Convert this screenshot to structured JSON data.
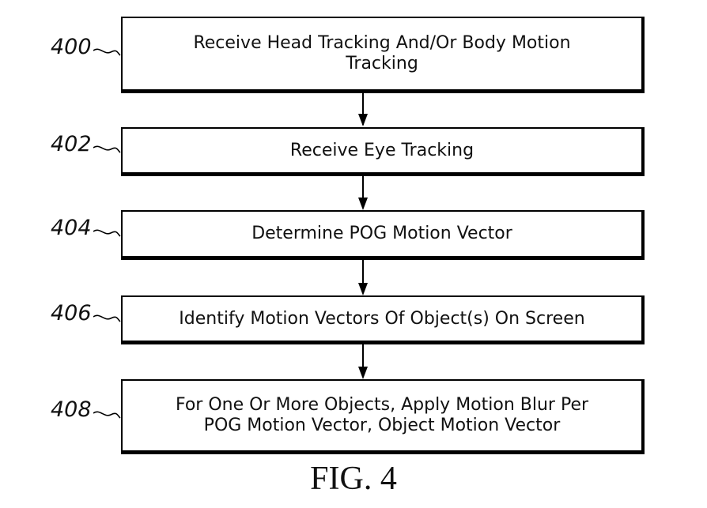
{
  "figure_label": "FIG. 4",
  "steps": [
    {
      "ref": "400",
      "text": "Receive Head Tracking And/Or Body Motion\nTracking"
    },
    {
      "ref": "402",
      "text": "Receive Eye Tracking"
    },
    {
      "ref": "404",
      "text": "Determine POG Motion Vector"
    },
    {
      "ref": "406",
      "text": "Identify Motion Vectors Of Object(s) On Screen"
    },
    {
      "ref": "408",
      "text": "For One Or More Objects, Apply Motion Blur Per\nPOG Motion Vector, Object Motion Vector"
    }
  ]
}
